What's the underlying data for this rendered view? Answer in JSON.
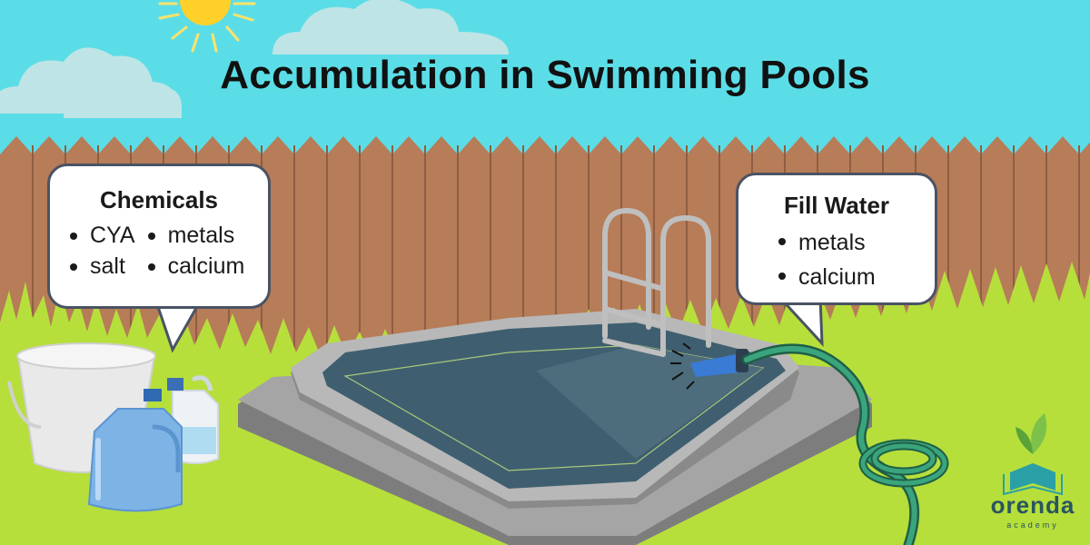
{
  "title": "Accumulation in Swimming Pools",
  "chemicals": {
    "heading": "Chemicals",
    "col1": [
      "CYA",
      "salt"
    ],
    "col2": [
      "metals",
      "calcium"
    ]
  },
  "fill_water": {
    "heading": "Fill Water",
    "items": [
      "metals",
      "calcium"
    ]
  },
  "brand": {
    "name": "orenda",
    "sub": "academy"
  },
  "colors": {
    "sky": "#5bdde7",
    "fence": "#b77c58",
    "grass": "#b6df3b",
    "pool_water": "#3f5f70",
    "deck": "#8f8f8f",
    "hose": "#2f8f6d",
    "bubble_border": "#4a5363"
  }
}
